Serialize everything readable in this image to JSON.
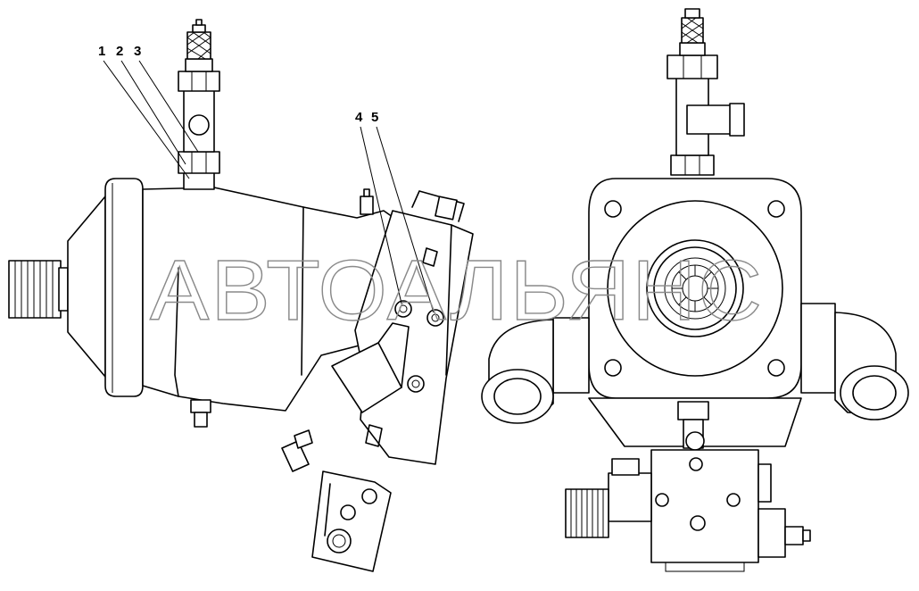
{
  "watermark": "АВТОАЛЬЯНС",
  "callouts": {
    "c1": "1",
    "c2": "2",
    "c3": "3",
    "c4": "4",
    "c5": "5"
  },
  "colors": {
    "line": "#000000",
    "watermark": "#8a8a8a",
    "background": "#ffffff"
  }
}
